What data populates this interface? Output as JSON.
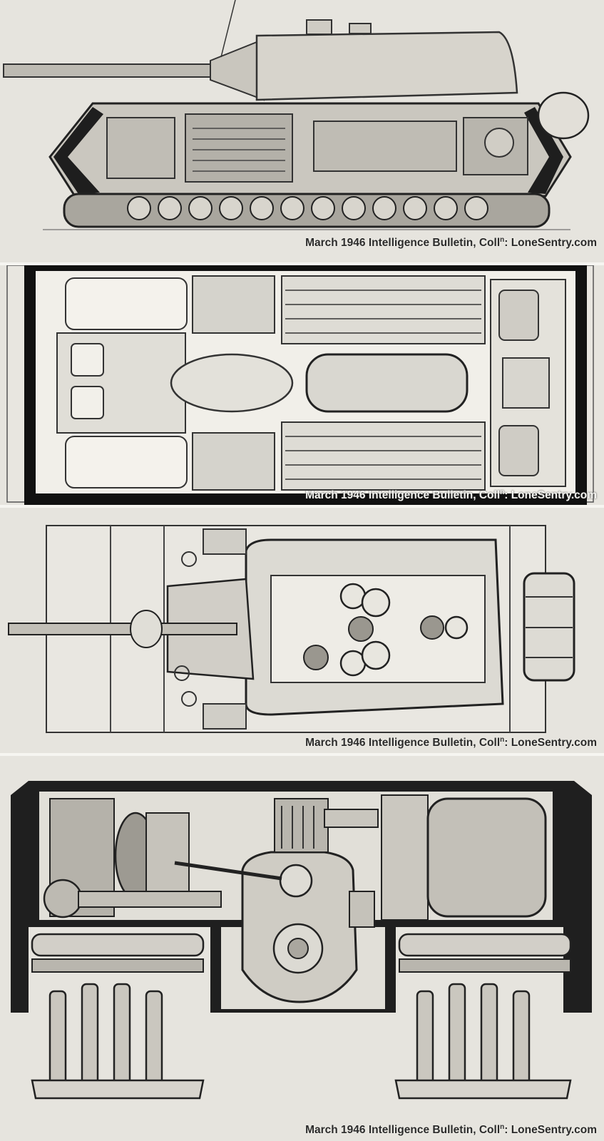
{
  "captions": {
    "prefix": "March 1946 Intelligence Bulletin, Coll",
    "superscript": "n",
    "suffix": ": LoneSentry.com"
  },
  "panels": [
    {
      "view": "side-elevation-cutaway"
    },
    {
      "view": "hull-plan-cutaway"
    },
    {
      "view": "top-view"
    },
    {
      "view": "rear-cross-section"
    }
  ]
}
